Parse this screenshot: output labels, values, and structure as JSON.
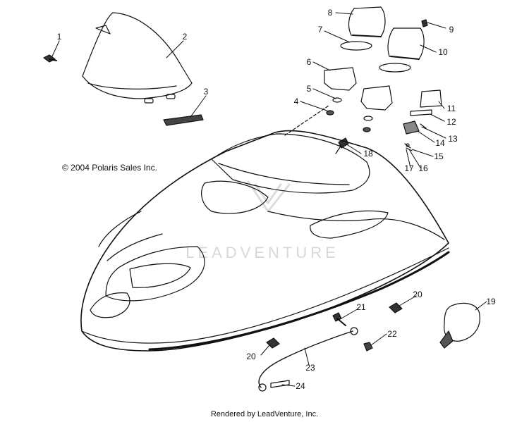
{
  "copyright": "© 2004 Polaris Sales Inc.",
  "watermark": "LEADVENTURE",
  "footer": "Rendered by LeadVenture, Inc.",
  "callouts": [
    "1",
    "2",
    "3",
    "4",
    "5",
    "6",
    "7",
    "8",
    "9",
    "10",
    "11",
    "12",
    "13",
    "14",
    "15",
    "16",
    "17",
    "18",
    "19",
    "20",
    "20",
    "21",
    "22",
    "23",
    "24"
  ]
}
